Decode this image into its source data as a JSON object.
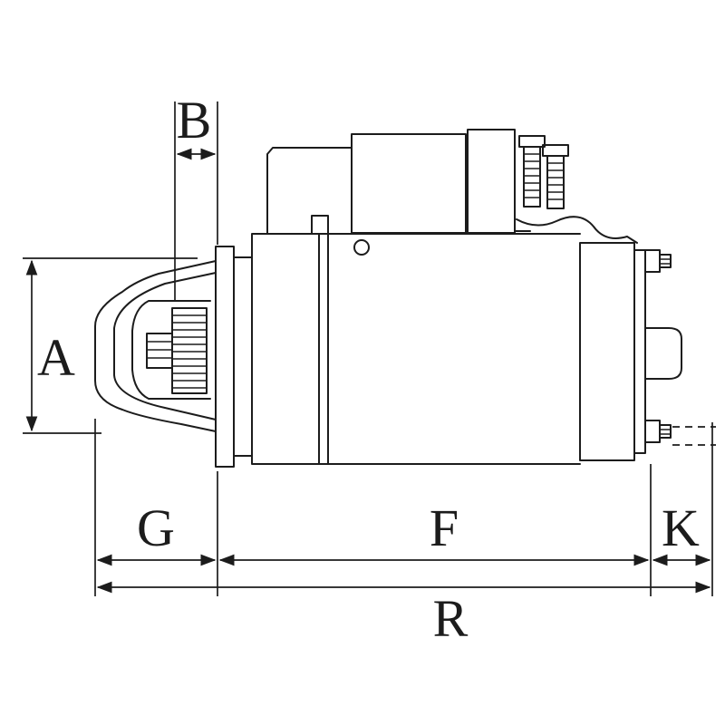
{
  "diagram": {
    "subject": "starter-motor-side-view-technical-drawing",
    "line_color": "#1c1c1c",
    "background_color": "#ffffff",
    "dimension_labels": {
      "a": "A",
      "b": "B",
      "g": "G",
      "f": "F",
      "k": "K",
      "r": "R"
    }
  }
}
